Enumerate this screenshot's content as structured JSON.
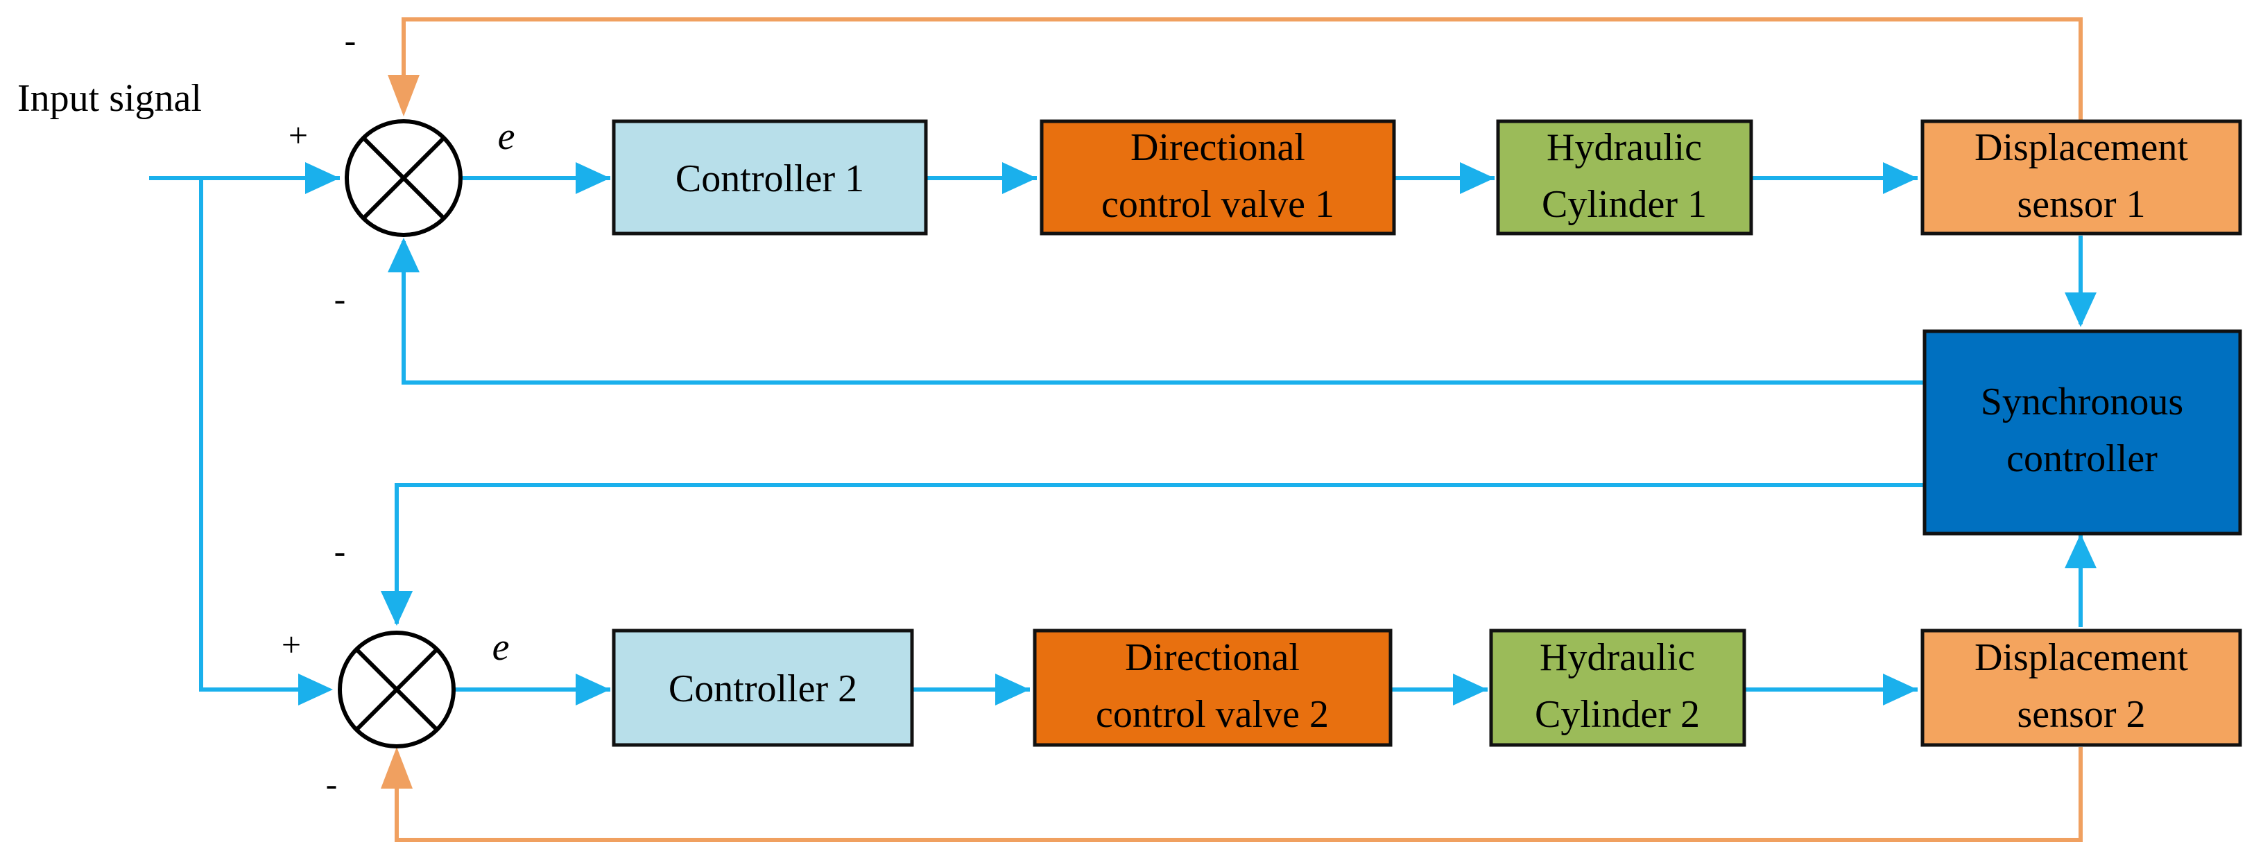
{
  "input_label": "Input signal",
  "colors": {
    "signal_line": "#1ab0ec",
    "feedback_line": "#f0a060",
    "controller_fill": "#b8dfea",
    "valve_fill": "#e8700f",
    "cylinder_fill": "#9bbb59",
    "sensor_fill": "#f4a45e",
    "sync_fill": "#0070c0",
    "border": "#111111"
  },
  "blocks": {
    "controller1": [
      "Controller 1"
    ],
    "valve1": [
      "Directional",
      "control valve 1"
    ],
    "cylinder1": [
      "Hydraulic",
      "Cylinder 1"
    ],
    "sensor1": [
      "Displacement",
      "sensor 1"
    ],
    "sync": [
      "Synchronous",
      "controller"
    ],
    "controller2": [
      "Controller 2"
    ],
    "valve2": [
      "Directional",
      "control valve 2"
    ],
    "cylinder2": [
      "Hydraulic",
      "Cylinder 2"
    ],
    "sensor2": [
      "Displacement",
      "sensor 2"
    ]
  },
  "signs": {
    "sum1_top": "-",
    "sum1_left": "+",
    "sum1_bottom": "-",
    "sum2_top": "-",
    "sum2_left": "+",
    "sum2_bottom": "-"
  },
  "error_label_1": "e",
  "error_label_2": "e"
}
